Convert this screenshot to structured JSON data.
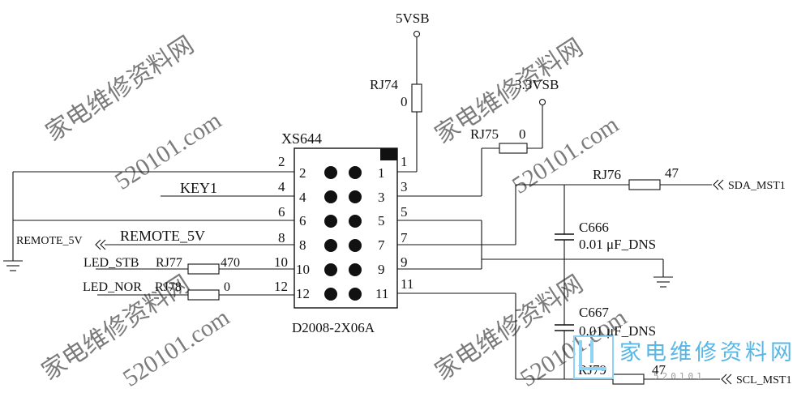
{
  "power": {
    "vsb5": "5VSB",
    "vsb33": "3.3VSB"
  },
  "connector": {
    "ref": "XS644",
    "part": "D2008-2X06A",
    "pins_left": [
      "2",
      "4",
      "6",
      "8",
      "10",
      "12"
    ],
    "pins_right": [
      "1",
      "3",
      "5",
      "7",
      "9",
      "11"
    ],
    "ext_left": [
      "2",
      "4",
      "6",
      "8",
      "10",
      "12"
    ],
    "ext_right": [
      "1",
      "3",
      "5",
      "7",
      "9",
      "11"
    ]
  },
  "nets": {
    "key1": "KEY1",
    "remote_5v": "REMOTE_5V",
    "remote_5v_port": "REMOTE_5V",
    "led_stb": "LED_STB",
    "led_nor": "LED_NOR",
    "sda": "SDA_MST1",
    "scl": "SCL_MST1"
  },
  "resistors": {
    "rj74": {
      "ref": "RJ74",
      "value": "0"
    },
    "rj75": {
      "ref": "RJ75",
      "value": "0"
    },
    "rj76": {
      "ref": "RJ76",
      "value": "47"
    },
    "rj77": {
      "ref": "RJ77",
      "value": "470"
    },
    "rj78": {
      "ref": "RJ78",
      "value": "0"
    },
    "rj79": {
      "ref": "RJ79",
      "value": "47"
    }
  },
  "capacitors": {
    "c666": {
      "ref": "C666",
      "value": "0.01 μF_DNS"
    },
    "c667": {
      "ref": "C667",
      "value": "0.01 μF_DNS"
    }
  },
  "watermark": {
    "text": "家电维修资料网",
    "domain": "520101.com"
  },
  "logo": {
    "text": "家电维修资料网",
    "domain": "520101"
  }
}
